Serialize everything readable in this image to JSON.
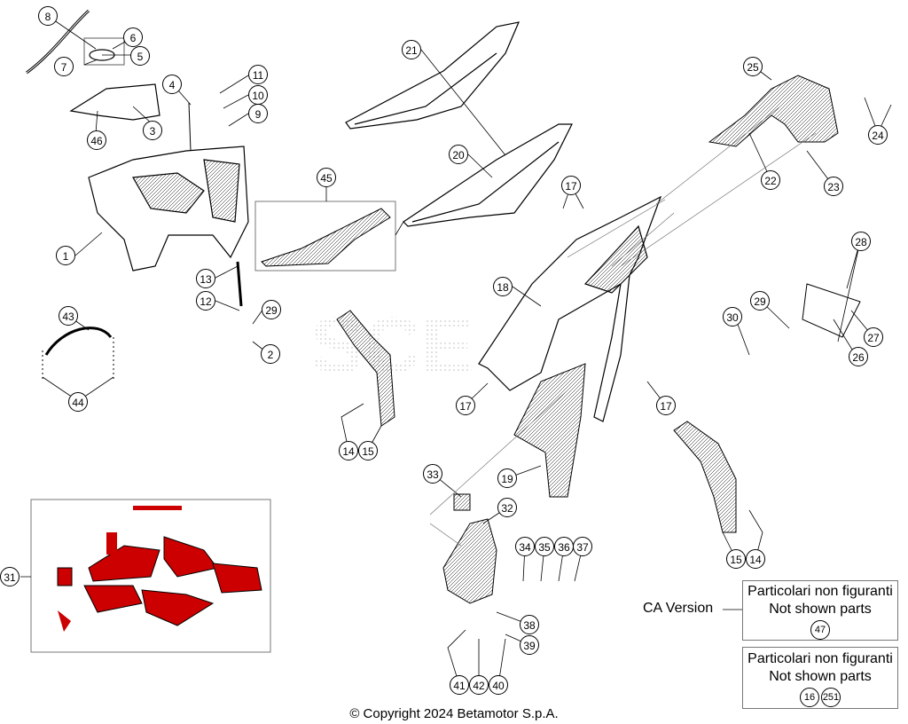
{
  "callouts": [
    "8",
    "6",
    "5",
    "7",
    "3",
    "46",
    "4",
    "11",
    "10",
    "9",
    "1",
    "13",
    "12",
    "29",
    "2",
    "43",
    "44",
    "31",
    "21",
    "20",
    "45",
    "25",
    "24",
    "22",
    "23",
    "17",
    "18",
    "17",
    "17",
    "28",
    "29",
    "30",
    "27",
    "26",
    "14",
    "15",
    "33",
    "32",
    "19",
    "15",
    "14",
    "34",
    "35",
    "36",
    "37",
    "38",
    "39",
    "41",
    "42",
    "40"
  ],
  "ca_version": {
    "label": "CA Version",
    "title_it": "Particolari non figuranti",
    "title_en": "Not shown parts",
    "parts": [
      "47"
    ]
  },
  "not_shown": {
    "title_it": "Particolari non figuranti",
    "title_en": "Not shown parts",
    "parts": [
      "16",
      "251"
    ]
  },
  "watermark": "SCE",
  "copyright": "© Copyright 2024 Betamotor S.p.A."
}
